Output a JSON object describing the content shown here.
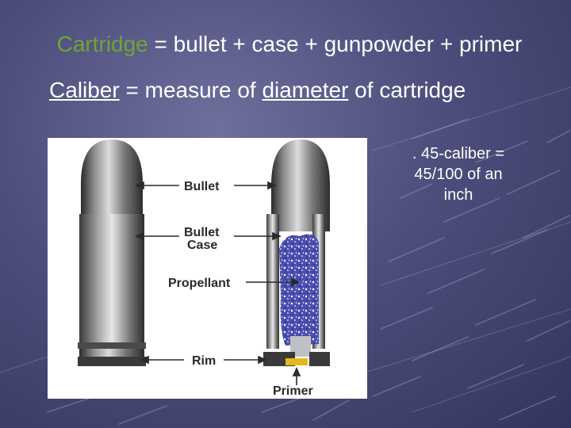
{
  "slide": {
    "title": {
      "term": "Cartridge",
      "rest": " = bullet + case + gunpowder + primer"
    },
    "subtitle": {
      "term": "Caliber",
      "mid": " = measure of ",
      "keyword": "diameter",
      "end": " of cartridge"
    },
    "note": {
      "line1": ". 45-caliber =",
      "line2": "45/100 of an",
      "line3": "inch"
    }
  },
  "diagram": {
    "labels": {
      "bullet": "Bullet",
      "bullet_case_1": "Bullet",
      "bullet_case_2": "Case",
      "propellant": "Propellant",
      "rim": "Rim",
      "primer": "Primer"
    }
  },
  "colors": {
    "title_term": "#6fa534",
    "text": "#ffffff",
    "background": "#4d4e7c",
    "propellant": "#3a3c9c"
  }
}
